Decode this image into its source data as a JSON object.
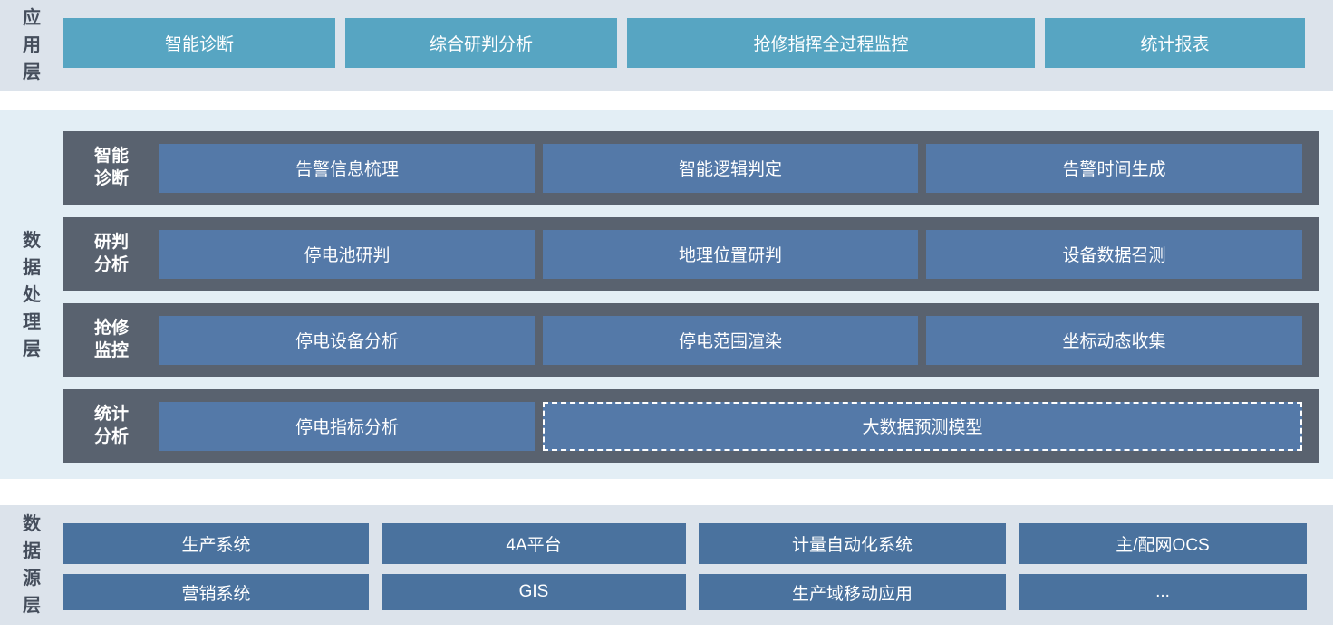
{
  "layers": {
    "application": {
      "label": "应用层",
      "items": [
        "智能诊断",
        "综合研判分析",
        "抢修指挥全过程监控",
        "统计报表"
      ]
    },
    "processing": {
      "label": "数据处理层",
      "rows": [
        {
          "label": "智能诊断",
          "items": [
            "告警信息梳理",
            "智能逻辑判定",
            "告警时间生成"
          ]
        },
        {
          "label": "研判分析",
          "items": [
            "停电池研判",
            "地理位置研判",
            "设备数据召测"
          ]
        },
        {
          "label": "抢修监控",
          "items": [
            "停电设备分析",
            "停电范围渲染",
            "坐标动态收集"
          ]
        },
        {
          "label": "统计分析",
          "items": [
            "停电指标分析"
          ],
          "wide_item": "大数据预测模型"
        }
      ]
    },
    "datasource": {
      "label": "数据源层",
      "rows": [
        [
          "生产系统",
          "4A平台",
          "计量自动化系统",
          "主/配网OCS"
        ],
        [
          "营销系统",
          "GIS",
          "生产域移动应用",
          "..."
        ]
      ]
    }
  },
  "colors": {
    "application_box": "#57a5c2",
    "processing_row_background": "#59626f",
    "processing_box": "#5479a8",
    "dashed_box": "#47709d",
    "datasource_box": "#4a729e",
    "section_gray_background": "#dce3eb",
    "section_blue_background": "#e3eef5",
    "layer_label_text": "#454e5c",
    "box_text": "#ffffff"
  }
}
